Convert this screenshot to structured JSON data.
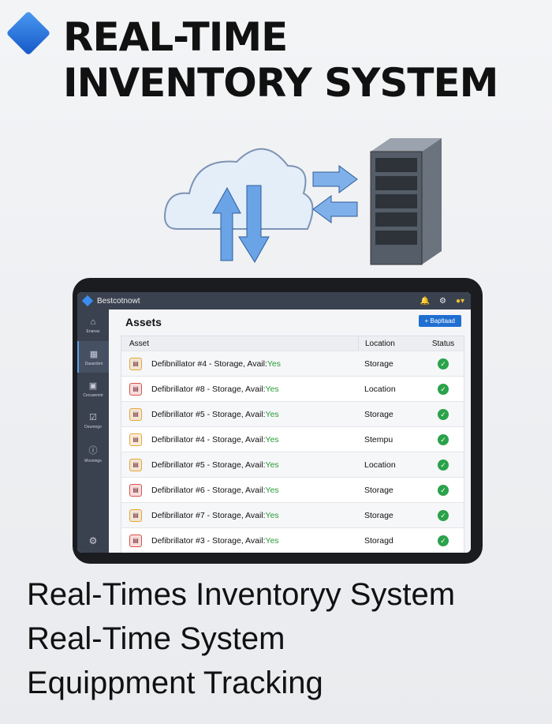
{
  "header": {
    "title_line1": "REAL-TIME",
    "title_line2": "INVENTORY SYSTEM"
  },
  "app": {
    "name": "Bestcotnowt",
    "page_title": "Assets",
    "add_button": "+ Bapltaad",
    "sidebar": [
      {
        "icon": "home-icon",
        "label": "Enanas"
      },
      {
        "icon": "grid-icon",
        "label": "Dasardsm"
      },
      {
        "icon": "card-icon",
        "label": "Cecsanmnt"
      },
      {
        "icon": "check-icon",
        "label": "Deumngo"
      },
      {
        "icon": "info-icon",
        "label": "Mosnings"
      }
    ],
    "columns": [
      "Asset",
      "Location",
      "Status"
    ],
    "rows": [
      {
        "asset": "Defibnillator #4 - Storage, Avail: ",
        "avail": "Yes",
        "location": "Storage",
        "icon_color": "#e8a63a"
      },
      {
        "asset": "Defibrillator #8 - Storage, Avail: ",
        "avail": "Yes",
        "location": "Location",
        "icon_color": "#d9534f"
      },
      {
        "asset": "Defibrillator #5 - Storage, Avail: ",
        "avail": "Yes",
        "location": "Storage",
        "icon_color": "#e8a63a"
      },
      {
        "asset": "Defibrillator #4 - Storage, Avail: ",
        "avail": "Yes",
        "location": "Stempu",
        "icon_color": "#e8a63a"
      },
      {
        "asset": "Defibrillator #5 - Storage, Avail: ",
        "avail": "Yes",
        "location": "Location",
        "icon_color": "#e8a63a"
      },
      {
        "asset": "Defibrillator #6 - Storage, Avail: ",
        "avail": "Yes",
        "location": "Storage",
        "icon_color": "#d9534f"
      },
      {
        "asset": "Defibrillator #7 - Storage, Avail: ",
        "avail": "Yes",
        "location": "Storage",
        "icon_color": "#e8a63a"
      },
      {
        "asset": "Defibrillator #3 - Storage, Avail: ",
        "avail": "Yes",
        "location": "Storagd",
        "icon_color": "#d9534f"
      }
    ]
  },
  "captions": [
    "Real-Times Inventoryy System",
    "Real-Time System",
    "Equippment Tracking"
  ]
}
